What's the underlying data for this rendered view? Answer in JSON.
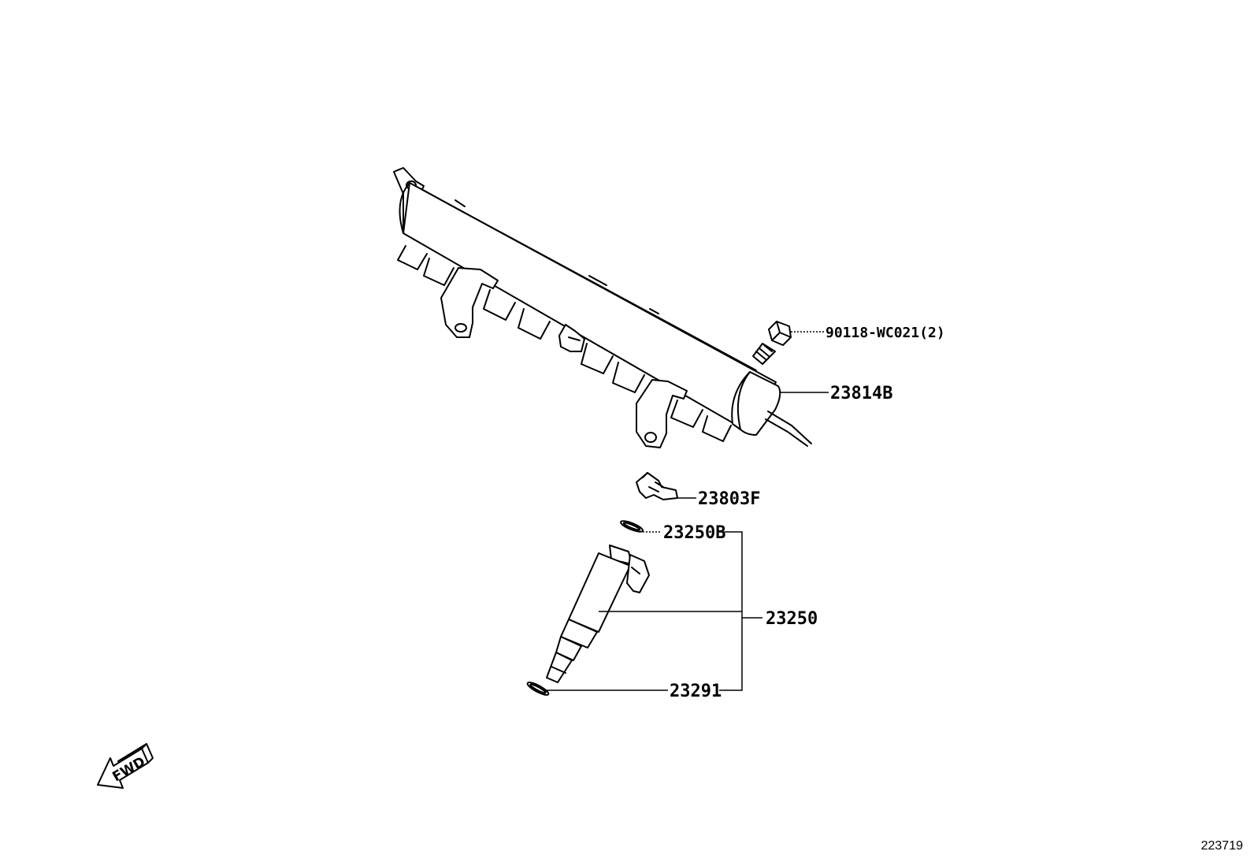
{
  "callouts": {
    "bolt": "90118-WC021(2)",
    "fuel_rail": "23814B",
    "clip": "23803F",
    "upper_oring": "23250B",
    "injector_assy": "23250",
    "lower_seal": "23291"
  },
  "fwd_label": "FWD",
  "reference_number": "223719"
}
